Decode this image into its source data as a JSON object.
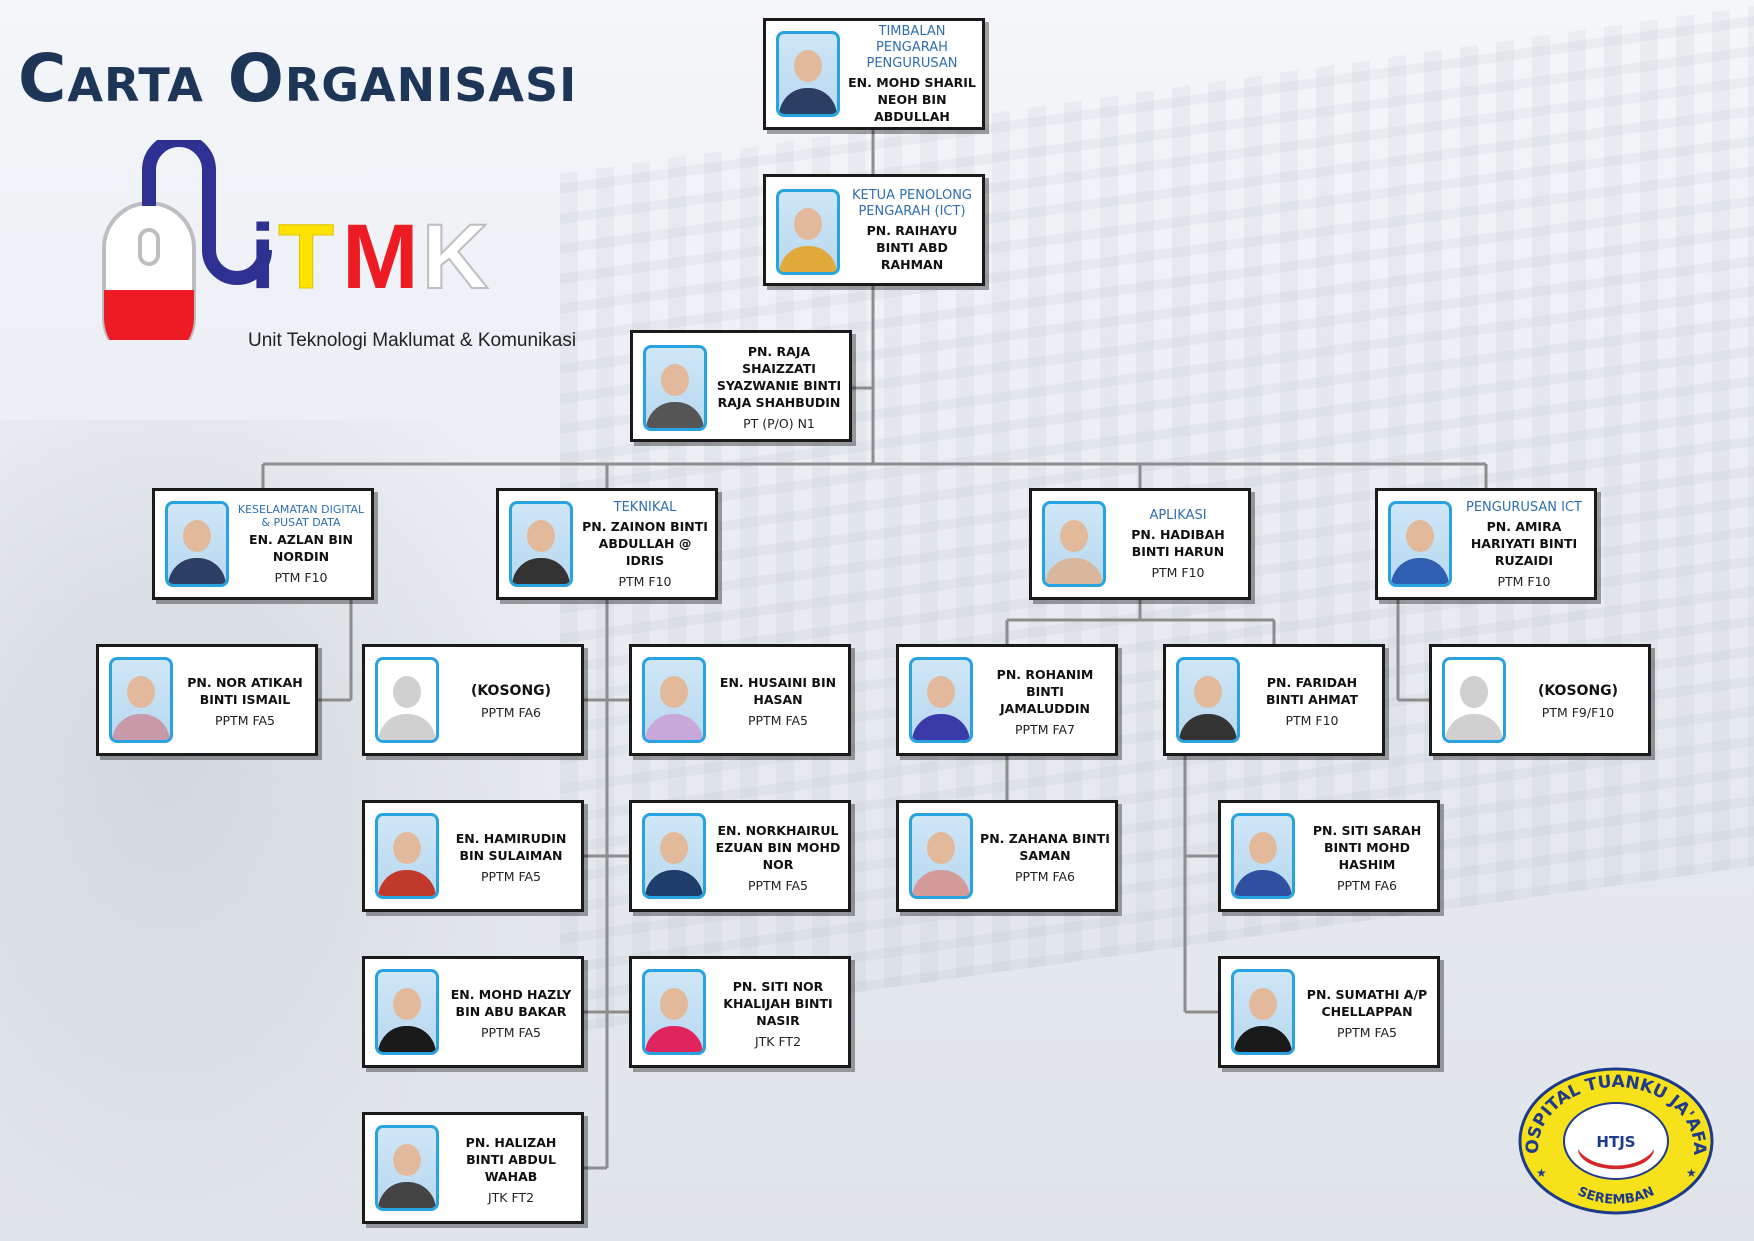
{
  "title": "Carta Organisasi",
  "logo": {
    "letters": [
      "i",
      "T",
      "M",
      "K"
    ],
    "subtitle": "Unit Teknologi Maklumat & Komunikasi",
    "colors": {
      "blue": "#2e3192",
      "yellow": "#ffe200",
      "red": "#ed1c24",
      "grey": "#bcbec0"
    }
  },
  "seal": {
    "top_text": "HOSPITAL TUANKU JA'AFAR",
    "bottom_text": "SEREMBAN",
    "monogram": "HTJS"
  },
  "colors": {
    "title": "#1d3557",
    "role": "#2f6fb0",
    "photo_border": "#29a3e0"
  },
  "nodes": {
    "timbalan": {
      "role": "TIMBALAN PENGARAH PENGURUSAN",
      "name": "EN. MOHD SHARIL NEOH BIN ABDULLAH"
    },
    "ketua": {
      "role": "KETUA PENOLONG PENGARAH (ICT)",
      "name": "PN. RAIHAYU BINTI ABD RAHMAN"
    },
    "pt": {
      "name": "PN. RAJA SHAIZZATI SYAZWANIE BINTI RAJA SHAHBUDIN",
      "grade": "PT (P/O) N1"
    },
    "keselamatan": {
      "role": "KESELAMATAN DIGITAL & PUSAT DATA",
      "name": "EN. AZLAN BIN NORDIN",
      "grade": "PTM F10"
    },
    "teknikal": {
      "role": "TEKNIKAL",
      "name": "PN. ZAINON BINTI ABDULLAH @ IDRIS",
      "grade": "PTM F10"
    },
    "aplikasi": {
      "role": "APLIKASI",
      "name": "PN. HADIBAH BINTI HARUN",
      "grade": "PTM F10"
    },
    "pengurusan": {
      "role": "PENGURUSAN ICT",
      "name": "PN. AMIRA HARIYATI BINTI RUZAIDI",
      "grade": "PTM F10"
    },
    "nor_atikah": {
      "name": "PN. NOR ATIKAH BINTI ISMAIL",
      "grade": "PPTM FA5"
    },
    "kosong1": {
      "name": "(KOSONG)",
      "grade": "PPTM FA6"
    },
    "husaini": {
      "name": "EN. HUSAINI BIN HASAN",
      "grade": "PPTM FA5"
    },
    "hamirudin": {
      "name": "EN. HAMIRUDIN BIN SULAIMAN",
      "grade": "PPTM FA5"
    },
    "norkhairul": {
      "name": "EN. NORKHAIRUL EZUAN BIN MOHD NOR",
      "grade": "PPTM FA5"
    },
    "hazly": {
      "name": "EN. MOHD HAZLY BIN ABU BAKAR",
      "grade": "PPTM FA5"
    },
    "siti_nor": {
      "name": "PN. SITI NOR KHALIJAH BINTI NASIR",
      "grade": "JTK FT2"
    },
    "halizah": {
      "name": "PN. HALIZAH BINTI ABDUL WAHAB",
      "grade": "JTK FT2"
    },
    "rohanim": {
      "name": "PN. ROHANIM BINTI JAMALUDDIN",
      "grade": "PPTM FA7"
    },
    "faridah": {
      "name": "PN. FARIDAH BINTI AHMAT",
      "grade": "PTM F10"
    },
    "kosong2": {
      "name": "(KOSONG)",
      "grade": "PTM F9/F10"
    },
    "zahana": {
      "name": "PN. ZAHANA BINTI SAMAN",
      "grade": "PPTM FA6"
    },
    "siti_sarah": {
      "name": "PN. SITI SARAH BINTI MOHD HASHIM",
      "grade": "PPTM FA6"
    },
    "sumathi": {
      "name": "PN. SUMATHI A/P CHELLAPPAN",
      "grade": "PPTM FA5"
    }
  }
}
